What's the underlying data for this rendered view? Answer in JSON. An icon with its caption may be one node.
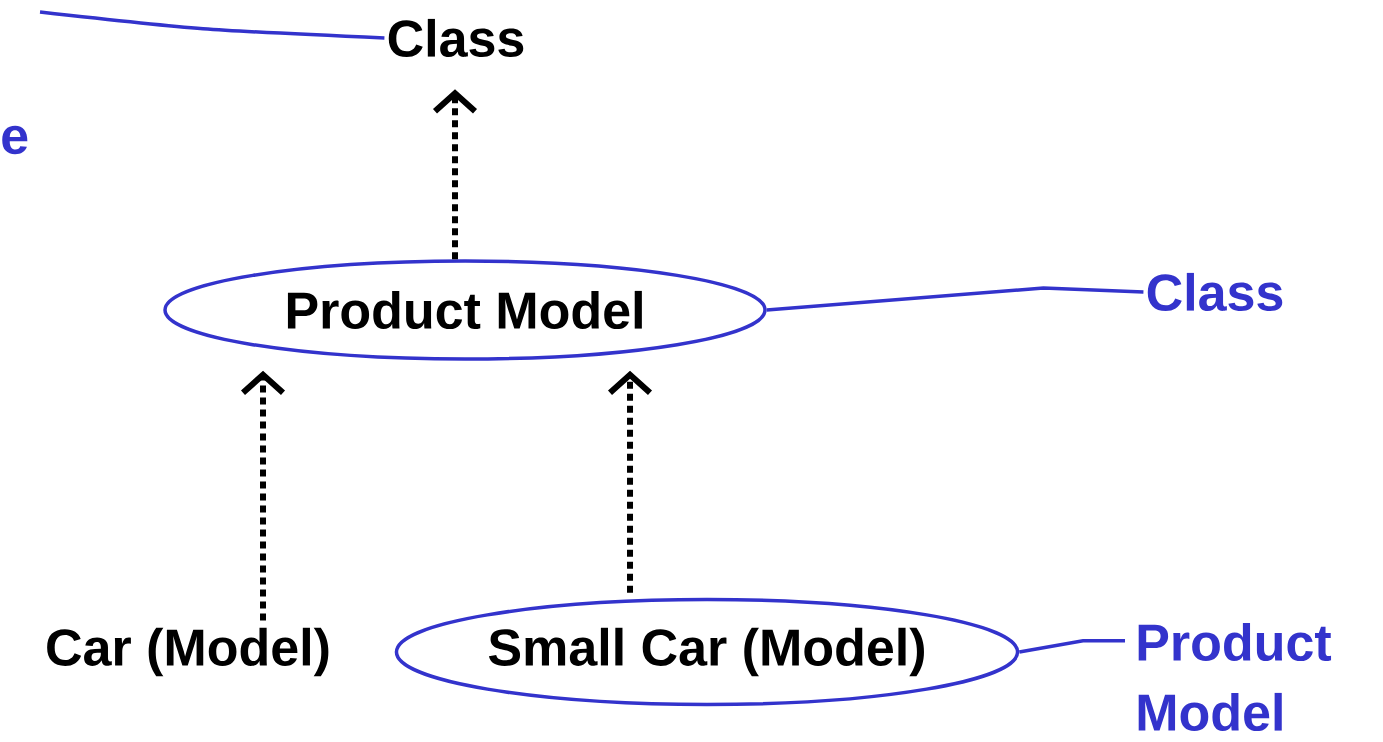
{
  "diagram": {
    "nodes": [
      {
        "text": [
          "Class"
        ]
      },
      {
        "text": [
          "Product Model"
        ]
      },
      {
        "text": [
          "Class"
        ]
      },
      {
        "text": [
          "Car (Model)"
        ]
      },
      {
        "text": [
          "Small Car (Model)"
        ]
      },
      {
        "text": [
          "Product Model"
        ]
      }
    ],
    "edges": [
      {
        "from": 1,
        "to": 0,
        "arrow": "to",
        "style": "dashed"
      },
      {
        "from": 3,
        "to": 1,
        "arrow": "to",
        "style": "dashed"
      },
      {
        "from": 4,
        "to": 1,
        "arrow": "to",
        "style": "dashed"
      },
      {
        "from": 2,
        "to": 1,
        "arrow": "none",
        "color": "#3333cc"
      },
      {
        "from": 5,
        "to": 4,
        "arrow": "none",
        "color": "#3333cc"
      },
      {
        "from": null,
        "to": 0,
        "arrow": "none",
        "color": "#3333cc"
      }
    ],
    "labels": [
      "e"
    ]
  }
}
